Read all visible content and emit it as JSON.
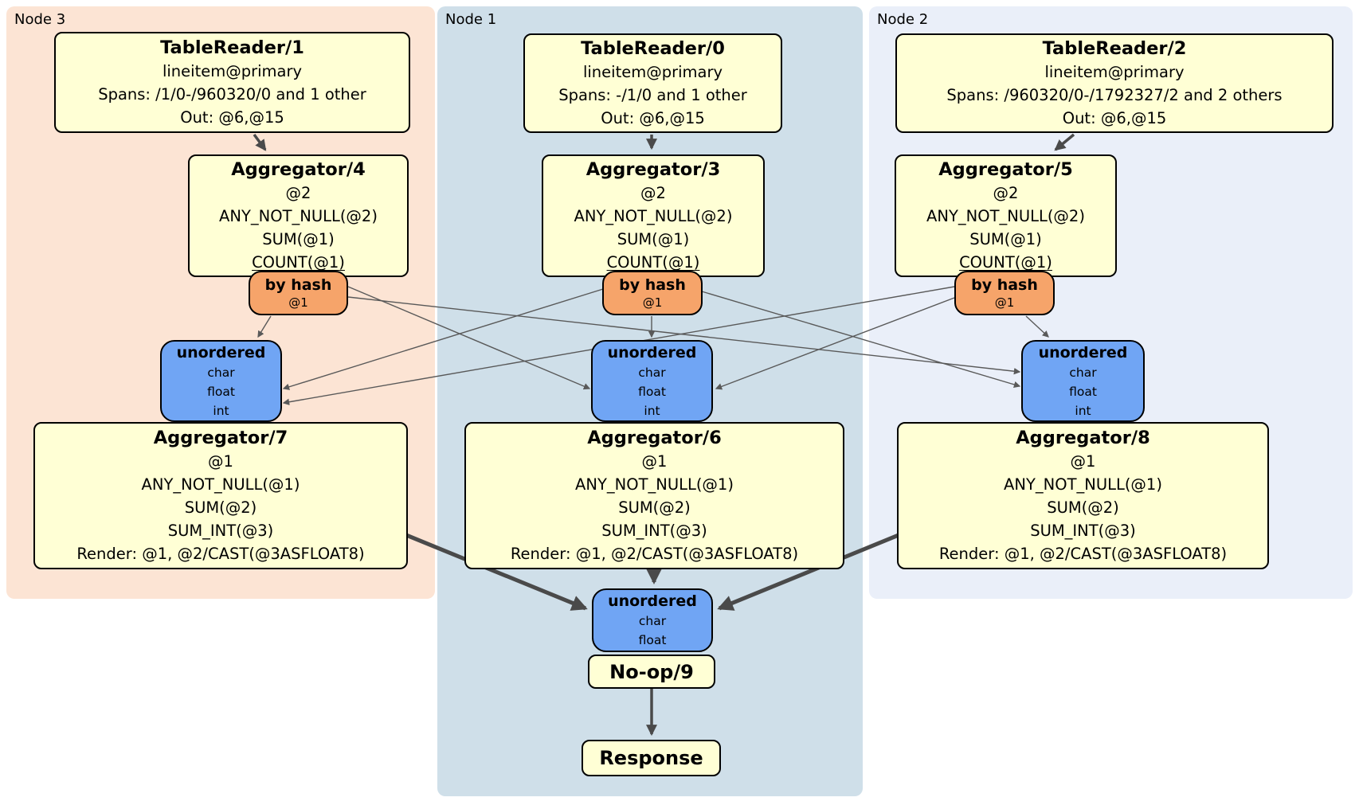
{
  "colors": {
    "node3_region_bg": "#fce4d4",
    "node1_region_bg": "#cfdfe9",
    "node2_region_bg": "#eaeff9",
    "processor_box_bg": "#ffffd5",
    "hash_router_bg": "#f6a46a",
    "sync_box_bg": "#70a5f4",
    "box_border": "#000000",
    "thin_edge": "#595959",
    "thick_edge": "#4a4a4a"
  },
  "nodes": [
    {
      "label": "Node 3",
      "tablereader": {
        "title": "TableReader/1",
        "index": "lineitem@primary",
        "spans": "Spans: /1/0-/960320/0 and 1 other",
        "out": "Out: @6,@15"
      },
      "aggregator": {
        "title": "Aggregator/4",
        "group": "@2",
        "fn1": "ANY_NOT_NULL(@2)",
        "fn2": "SUM(@1)",
        "fn3": "COUNT(@1)"
      },
      "router": {
        "title": "by hash",
        "key": "@1"
      },
      "sync": {
        "title": "unordered",
        "streams": [
          "char",
          "float",
          "int"
        ]
      },
      "final_aggregator": {
        "title": "Aggregator/7",
        "group": "@1",
        "fn1": "ANY_NOT_NULL(@1)",
        "fn2": "SUM(@2)",
        "fn3": "SUM_INT(@3)",
        "render": "Render: @1, @2/CAST(@3ASFLOAT8)"
      }
    },
    {
      "label": "Node 1",
      "tablereader": {
        "title": "TableReader/0",
        "index": "lineitem@primary",
        "spans": "Spans: -/1/0 and 1 other",
        "out": "Out: @6,@15"
      },
      "aggregator": {
        "title": "Aggregator/3",
        "group": "@2",
        "fn1": "ANY_NOT_NULL(@2)",
        "fn2": "SUM(@1)",
        "fn3": "COUNT(@1)"
      },
      "router": {
        "title": "by hash",
        "key": "@1"
      },
      "sync": {
        "title": "unordered",
        "streams": [
          "char",
          "float",
          "int"
        ]
      },
      "final_aggregator": {
        "title": "Aggregator/6",
        "group": "@1",
        "fn1": "ANY_NOT_NULL(@1)",
        "fn2": "SUM(@2)",
        "fn3": "SUM_INT(@3)",
        "render": "Render: @1, @2/CAST(@3ASFLOAT8)"
      }
    },
    {
      "label": "Node 2",
      "tablereader": {
        "title": "TableReader/2",
        "index": "lineitem@primary",
        "spans": "Spans: /960320/0-/1792327/2 and 2 others",
        "out": "Out: @6,@15"
      },
      "aggregator": {
        "title": "Aggregator/5",
        "group": "@2",
        "fn1": "ANY_NOT_NULL(@2)",
        "fn2": "SUM(@1)",
        "fn3": "COUNT(@1)"
      },
      "router": {
        "title": "by hash",
        "key": "@1"
      },
      "sync": {
        "title": "unordered",
        "streams": [
          "char",
          "float",
          "int"
        ]
      },
      "final_aggregator": {
        "title": "Aggregator/8",
        "group": "@1",
        "fn1": "ANY_NOT_NULL(@1)",
        "fn2": "SUM(@2)",
        "fn3": "SUM_INT(@3)",
        "render": "Render: @1, @2/CAST(@3ASFLOAT8)"
      }
    }
  ],
  "output": {
    "sync": {
      "title": "unordered",
      "streams": [
        "char",
        "float"
      ]
    },
    "noop": {
      "title": "No-op/9"
    },
    "response": {
      "title": "Response"
    }
  }
}
